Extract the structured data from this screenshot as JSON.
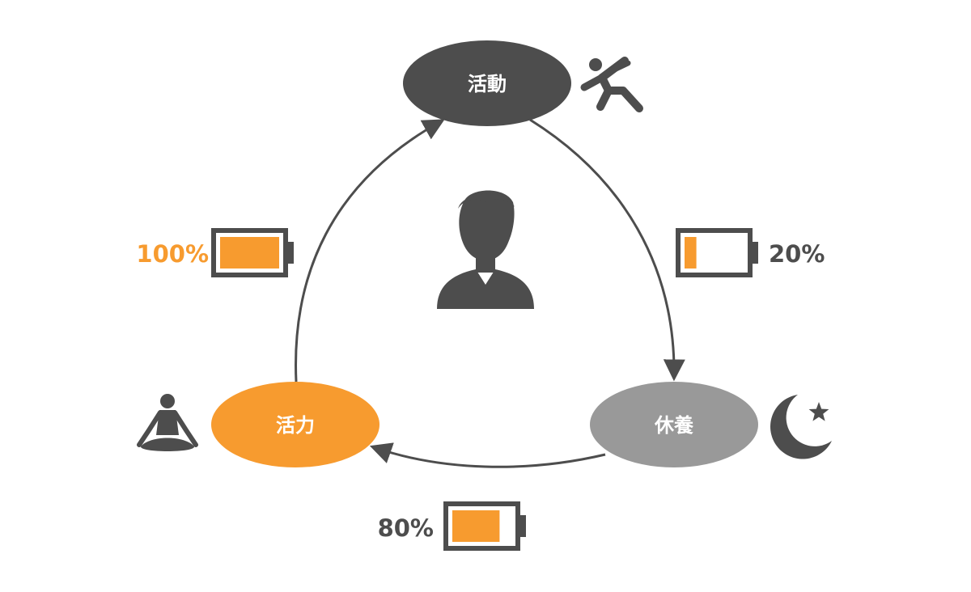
{
  "nodes": {
    "activity": {
      "label": "活動",
      "color": "#4d4d4d",
      "icon": "running-person-icon"
    },
    "rest": {
      "label": "休養",
      "color": "#999999",
      "icon": "moon-star-icon"
    },
    "vitality": {
      "label": "活力",
      "color": "#f79b2f",
      "icon": "meditation-icon"
    }
  },
  "center_icon": "person-silhouette-icon",
  "batteries": {
    "after_vitality": {
      "percent_text": "100%",
      "level": 1.0,
      "text_color": "#f79b2f"
    },
    "after_activity": {
      "percent_text": "20%",
      "level": 0.2,
      "text_color": "#4d4d4d"
    },
    "after_rest": {
      "percent_text": "80%",
      "level": 0.8,
      "text_color": "#4d4d4d"
    }
  },
  "colors": {
    "dark": "#4d4d4d",
    "gray": "#999999",
    "orange": "#f79b2f"
  }
}
